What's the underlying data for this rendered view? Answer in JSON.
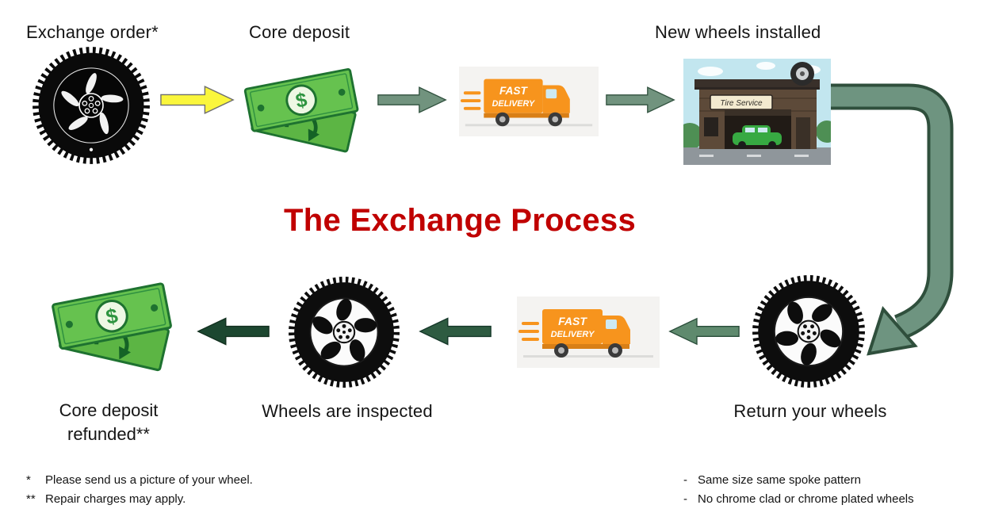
{
  "title": {
    "text": "The Exchange Process"
  },
  "steps": {
    "exchange_order": "Exchange order*",
    "core_deposit": "Core deposit",
    "new_wheels_installed": "New wheels installed",
    "return_your_wheels": "Return your wheels",
    "wheels_are_inspected": "Wheels are inspected",
    "core_deposit_refunded": {
      "line1": "Core deposit",
      "line2": "refunded**"
    }
  },
  "icons": {
    "truck": {
      "line1": "FAST",
      "line2": "DELIVERY"
    },
    "shop_sign": "Tire Service",
    "currency_symbol": "$"
  },
  "footnotes": {
    "left": [
      {
        "marker": "*",
        "text": "Please send us a picture of your wheel."
      },
      {
        "marker": "**",
        "text": "Repair charges may apply."
      }
    ],
    "right": [
      {
        "marker": "-",
        "text": "Same size same spoke pattern"
      },
      {
        "marker": "-",
        "text": "No chrome clad or chrome plated wheels"
      }
    ]
  },
  "colors": {
    "title_red": "#C00000",
    "arrow_yellow": "#FAF63C",
    "arrow_sage_green": "#71937E",
    "arrow_dark_green": "#1C4730",
    "money_green": "#5CB544",
    "truck_orange": "#F7941D"
  }
}
